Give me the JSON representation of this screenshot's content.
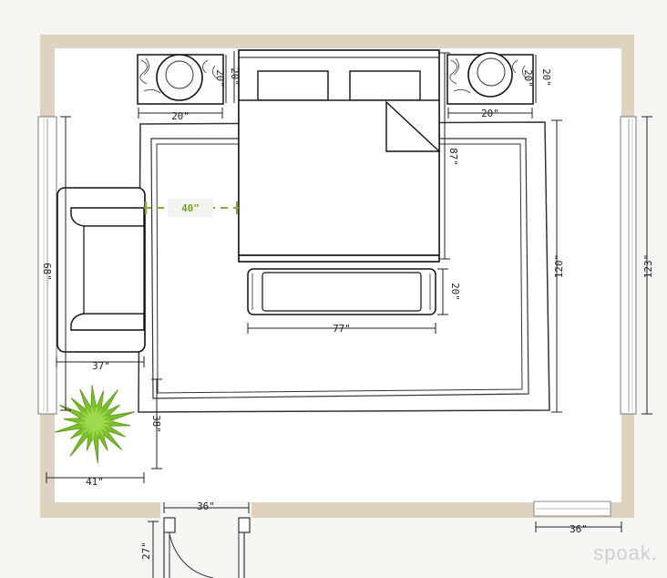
{
  "dimensions": {
    "nightstand_left_width": "20\"",
    "nightstand_left_depth": "20\"",
    "nightstand_right_width": "20\"",
    "nightstand_right_depth": "20\"",
    "bed_depth_partial": "20\"",
    "bed_length": "87\"",
    "chair_bed_gap": "40\"",
    "window_left": "68\"",
    "chair_width": "37\"",
    "rug_length": "120\"",
    "window_right": "123\"",
    "bench_depth": "20\"",
    "bench_width": "77\"",
    "plant_clearance": "38\"",
    "plant_width": "41\"",
    "door_width": "36\"",
    "door_swing": "27\"",
    "bottom_right_window": "36\""
  },
  "watermark": "spoak.",
  "colors": {
    "wall": "#dfd2c0",
    "floor": "#ffffff",
    "line": "#1e1e1e",
    "plant": "#7dc22c",
    "accent_dim": "#7fae36"
  }
}
